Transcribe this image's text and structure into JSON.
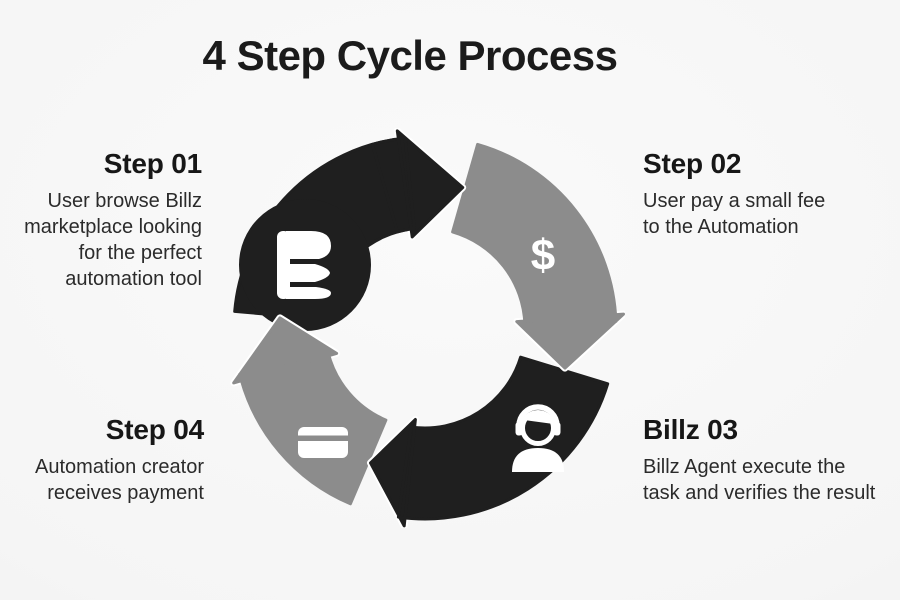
{
  "title": "4 Step Cycle Process",
  "steps": [
    {
      "heading": "Step 01",
      "lines": [
        "User browse Billz",
        "marketplace looking",
        "for the perfect",
        "automation tool"
      ],
      "icon": "billz-logo-icon",
      "arc_color": "#1f1f1f",
      "position": "top-left"
    },
    {
      "heading": "Step 02",
      "lines": [
        "User pay a small fee",
        "to the Automation"
      ],
      "icon": "dollar-icon",
      "arc_color": "#8c8c8c",
      "position": "top-right"
    },
    {
      "heading": "Billz 03",
      "lines": [
        "Billz Agent execute the",
        "task and verifies the result"
      ],
      "icon": "support-agent-icon",
      "arc_color": "#1f1f1f",
      "position": "bottom-right"
    },
    {
      "heading": "Step 04",
      "lines": [
        "Automation creator",
        "receives payment"
      ],
      "icon": "credit-card-icon",
      "arc_color": "#8c8c8c",
      "position": "bottom-left"
    }
  ],
  "diagram": {
    "dollar_symbol": "$",
    "direction": "clockwise",
    "colors": {
      "dark": "#1f1f1f",
      "gray": "#8c8c8c",
      "outline": "#ffffff",
      "background": "#f5f5f5"
    }
  }
}
